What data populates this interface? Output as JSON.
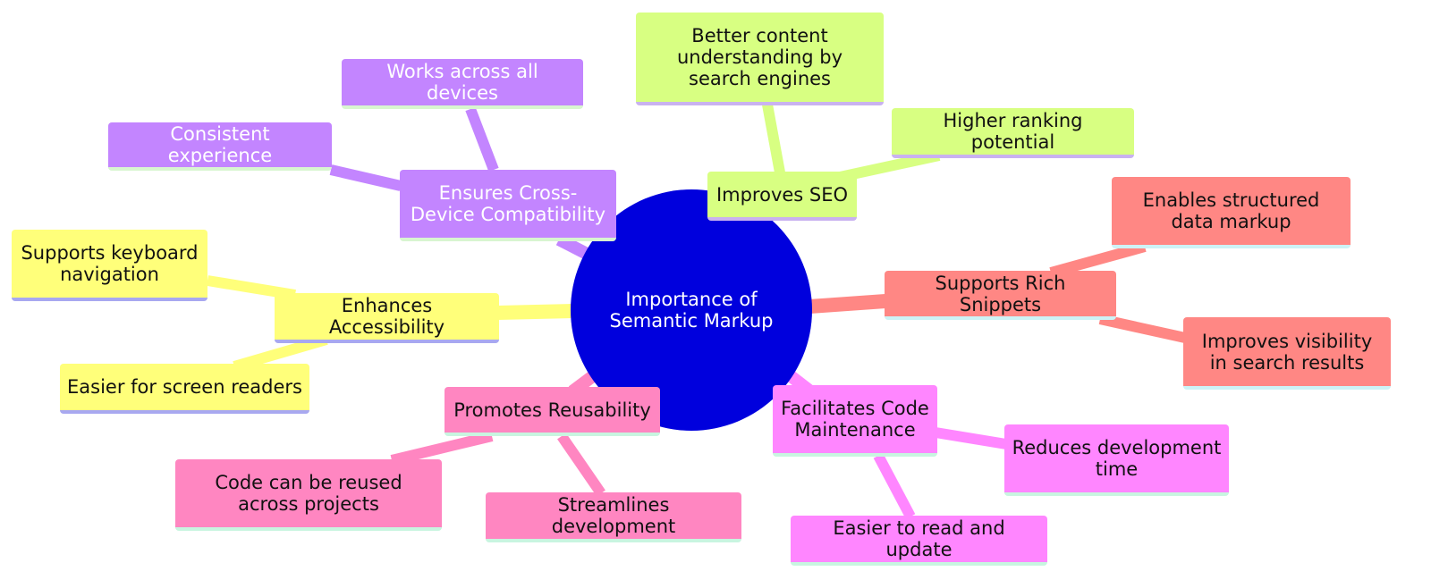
{
  "root": {
    "label": "Importance of Semantic Markup",
    "color": "#0000dd"
  },
  "branches": {
    "cross_device": {
      "label": "Ensures Cross-Device Compatibility",
      "color": "#c385ff",
      "children": [
        "Works across all devices",
        "Consistent experience"
      ]
    },
    "seo": {
      "label": "Improves SEO",
      "color": "#d8ff82",
      "children": [
        "Better content understanding by search engines",
        "Higher ranking potential"
      ]
    },
    "rich_snippets": {
      "label": "Supports Rich Snippets",
      "color": "#ff8784",
      "children": [
        "Enables structured data markup",
        "Improves visibility in search results"
      ]
    },
    "maintenance": {
      "label": "Facilitates Code Maintenance",
      "color": "#ff86ff",
      "children": [
        "Reduces development time",
        "Easier to read and update"
      ]
    },
    "reusability": {
      "label": "Promotes Reusability",
      "color": "#ff86c1",
      "children": [
        "Code can be reused across projects",
        "Streamlines development"
      ]
    },
    "accessibility": {
      "label": "Enhances Accessibility",
      "color": "#ffff7a",
      "children": [
        "Supports keyboard navigation",
        "Easier for screen readers"
      ]
    }
  }
}
